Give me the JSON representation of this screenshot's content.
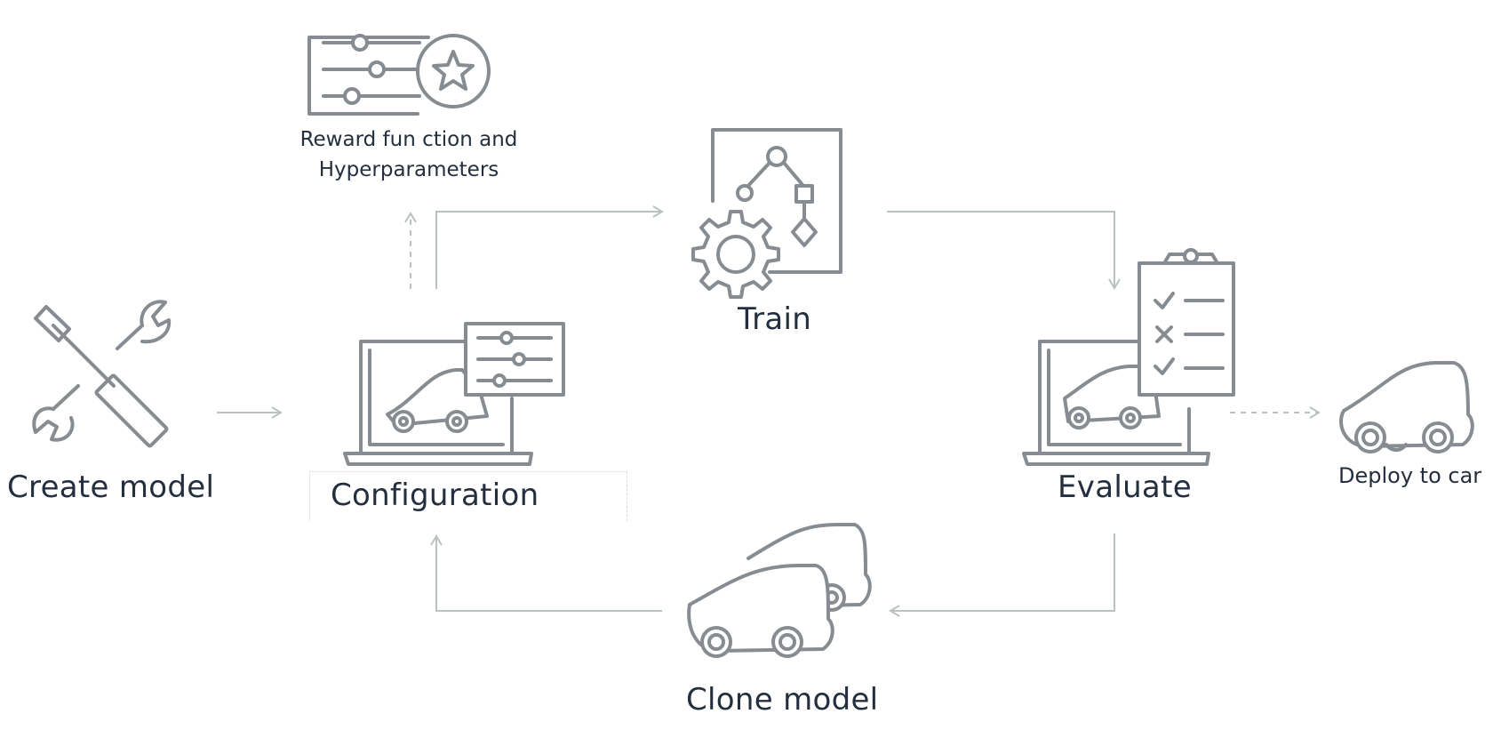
{
  "colors": {
    "icon_stroke": "#868c91",
    "arrow_stroke": "#b9c2c0",
    "text": "#232f3e"
  },
  "icons": {
    "create_model": "tools-icon",
    "configuration": "laptop-car-settings-icon",
    "reward": "sliders-star-icon",
    "train": "flowchart-gear-icon",
    "evaluate": "laptop-car-checklist-icon",
    "deploy": "car-icon",
    "clone": "cloned-cars-icon"
  },
  "labels": {
    "create_model": "Create model",
    "configuration": "Configuration",
    "reward_line1": "Reward fun ction and",
    "reward_line2": "Hyperparameters",
    "train": "Train",
    "evaluate": "Evaluate",
    "deploy": "Deploy to car",
    "clone": "Clone model"
  }
}
